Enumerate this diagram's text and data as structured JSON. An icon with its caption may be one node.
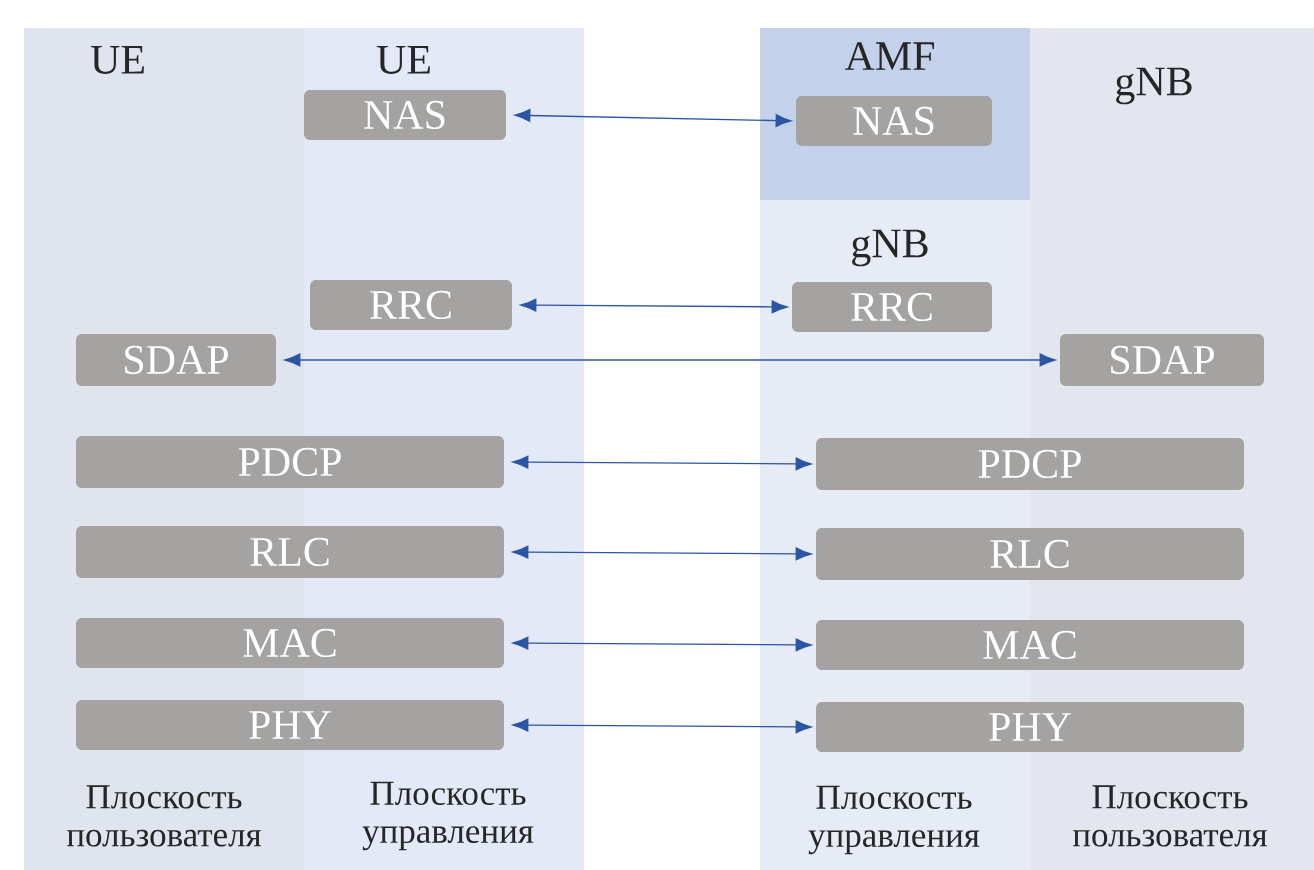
{
  "diagram": {
    "nodes": [
      {
        "text": [
          "UE",
          "Плоскость пользователя"
        ]
      },
      {
        "text": [
          "UE",
          "Плоскость управления"
        ]
      },
      {
        "text": [
          "gNB",
          "Плоскость управления"
        ]
      },
      {
        "text": [
          "AMF"
        ]
      },
      {
        "text": [
          "gNB",
          "Плоскость пользователя"
        ]
      },
      {
        "text": [
          "NAS"
        ],
        "in": 1
      },
      {
        "text": [
          "NAS"
        ],
        "in": 3
      },
      {
        "text": [
          "RRC"
        ],
        "in": 1
      },
      {
        "text": [
          "RRC"
        ],
        "in": 2
      },
      {
        "text": [
          "SDAP"
        ],
        "in": 0
      },
      {
        "text": [
          "SDAP"
        ],
        "in": 4
      },
      {
        "text": [
          "PDCP"
        ]
      },
      {
        "text": [
          "PDCP"
        ]
      },
      {
        "text": [
          "RLC"
        ]
      },
      {
        "text": [
          "RLC"
        ]
      },
      {
        "text": [
          "MAC"
        ]
      },
      {
        "text": [
          "MAC"
        ]
      },
      {
        "text": [
          "PHY"
        ]
      },
      {
        "text": [
          "PHY"
        ]
      }
    ],
    "edges": [
      {
        "from": 5,
        "to": 6,
        "arrow": "both"
      },
      {
        "from": 7,
        "to": 8,
        "arrow": "both"
      },
      {
        "from": 9,
        "to": 10,
        "arrow": "both"
      },
      {
        "from": 11,
        "to": 12,
        "arrow": "both"
      },
      {
        "from": 13,
        "to": 14,
        "arrow": "both"
      },
      {
        "from": 15,
        "to": 16,
        "arrow": "both"
      },
      {
        "from": 17,
        "to": 18,
        "arrow": "both"
      }
    ]
  }
}
